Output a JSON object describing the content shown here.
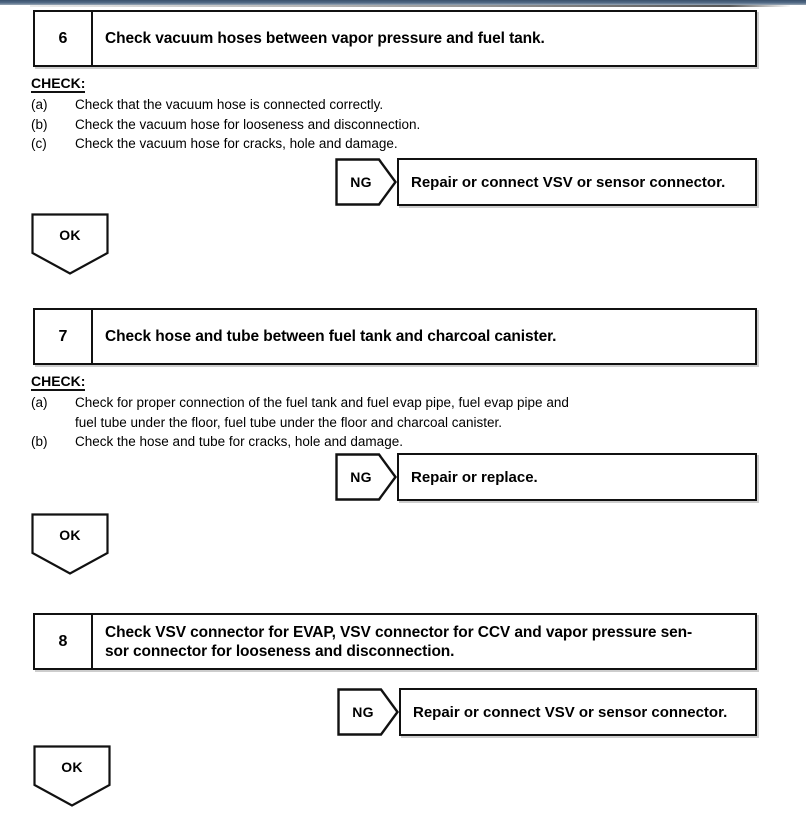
{
  "document": {
    "type": "diagnostic-flowchart",
    "background_color": "#ffffff",
    "line_color": "#111111"
  },
  "steps": [
    {
      "number": "6",
      "title": "Check vacuum hoses between vapor pressure and fuel tank.",
      "title_line2": "",
      "check_label": "CHECK:",
      "check_items": [
        {
          "key": "(a)",
          "text": "Check that the vacuum hose is connected correctly.",
          "cont": ""
        },
        {
          "key": "(b)",
          "text": "Check the vacuum hose for looseness and disconnection.",
          "cont": ""
        },
        {
          "key": "(c)",
          "text": "Check the vacuum hose for cracks, hole and damage.",
          "cont": ""
        }
      ],
      "ng_label": "NG",
      "ng_result": "Repair or connect VSV or sensor connector.",
      "ok_label": "OK"
    },
    {
      "number": "7",
      "title": "Check hose and tube between fuel tank and charcoal canister.",
      "title_line2": "",
      "check_label": "CHECK:",
      "check_items": [
        {
          "key": "(a)",
          "text": "Check for proper connection of the fuel tank and fuel evap pipe, fuel evap pipe and",
          "cont": "fuel tube under the floor, fuel tube under the floor and charcoal canister."
        },
        {
          "key": "(b)",
          "text": "Check the hose and tube for cracks, hole and damage.",
          "cont": ""
        }
      ],
      "ng_label": "NG",
      "ng_result": "Repair or replace.",
      "ok_label": "OK"
    },
    {
      "number": "8",
      "title": "Check VSV connector for EVAP, VSV connector for CCV and vapor pressure sen-",
      "title_line2": "sor connector for looseness and disconnection.",
      "check_label": "",
      "check_items": [],
      "ng_label": "NG",
      "ng_result": "Repair or connect VSV or sensor connector.",
      "ok_label": "OK"
    }
  ]
}
